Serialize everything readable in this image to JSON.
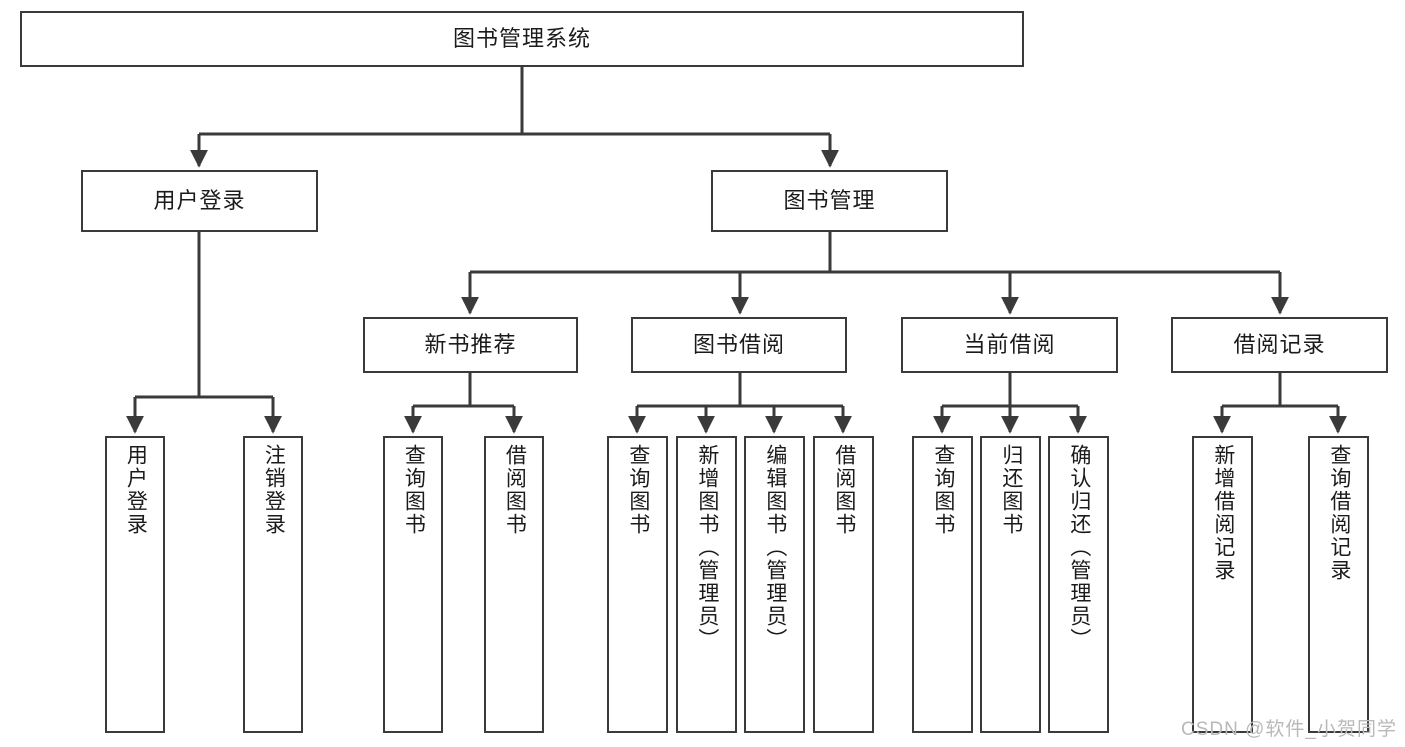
{
  "diagram": {
    "title": "图书管理系统",
    "type": "hierarchy-tree",
    "watermark": "CSDN @软件_小贺同学",
    "colors": {
      "stroke": "#3a3a3a",
      "fill": "#ffffff",
      "text": "#1b1b1b",
      "watermark": "#b9b9b9"
    },
    "levels": {
      "root": {
        "label": "图书管理系统"
      },
      "level2": [
        {
          "label": "用户登录"
        },
        {
          "label": "图书管理"
        }
      ],
      "level3": [
        {
          "label": "新书推荐"
        },
        {
          "label": "图书借阅"
        },
        {
          "label": "当前借阅"
        },
        {
          "label": "借阅记录"
        }
      ],
      "leaves": {
        "user_login": [
          {
            "label": "用户登录"
          },
          {
            "label": "注销登录"
          }
        ],
        "new_book": [
          {
            "label": "查询图书"
          },
          {
            "label": "借阅图书"
          }
        ],
        "book_borrow": [
          {
            "label": "查询图书"
          },
          {
            "label": "新增图书（管理员）"
          },
          {
            "label": "编辑图书（管理员）"
          },
          {
            "label": "借阅图书"
          }
        ],
        "current_borrow": [
          {
            "label": "查询图书"
          },
          {
            "label": "归还图书"
          },
          {
            "label": "确认归还（管理员）"
          }
        ],
        "borrow_record": [
          {
            "label": "新增借阅记录"
          },
          {
            "label": "查询借阅记录"
          }
        ]
      }
    }
  }
}
